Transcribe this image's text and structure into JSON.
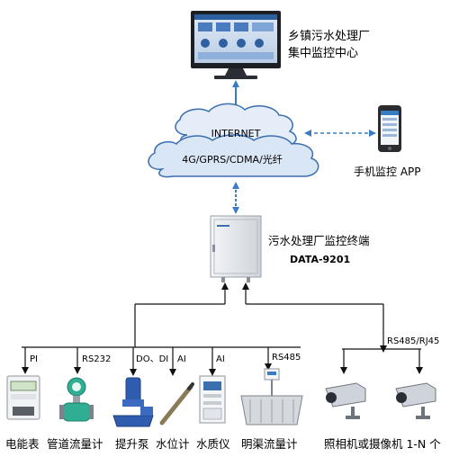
{
  "center": {
    "title_line1": "乡镇污水处理厂",
    "title_line2": "集中监控中心"
  },
  "cloud": {
    "internet": "INTERNET",
    "network": "4G/GPRS/CDMA/光纤"
  },
  "app": {
    "label": "手机监控 APP"
  },
  "terminal": {
    "name": "污水处理厂监控终端",
    "model": "DATA-9201"
  },
  "interfaces": {
    "pi": "PI",
    "rs232": "RS232",
    "do_di": "DO、DI",
    "ai1": "AI",
    "ai2": "AI",
    "rs485": "RS485",
    "rs485_rj45": "RS485/RJ45"
  },
  "devices": [
    {
      "label": "电能表"
    },
    {
      "label": "管道流量计"
    },
    {
      "label": "提升泵"
    },
    {
      "label": "水位计"
    },
    {
      "label": "水质仪"
    },
    {
      "label": "明渠流量计"
    }
  ],
  "cameras": {
    "label": "照相机或摄像机 1-N 个"
  },
  "colors": {
    "link_arrow": "#3a7cc4",
    "cloud_fill": "#d9e6f5",
    "cloud_stroke": "#3a6fb0",
    "cabinet": "#e6e9ed",
    "wire": "#111111"
  }
}
